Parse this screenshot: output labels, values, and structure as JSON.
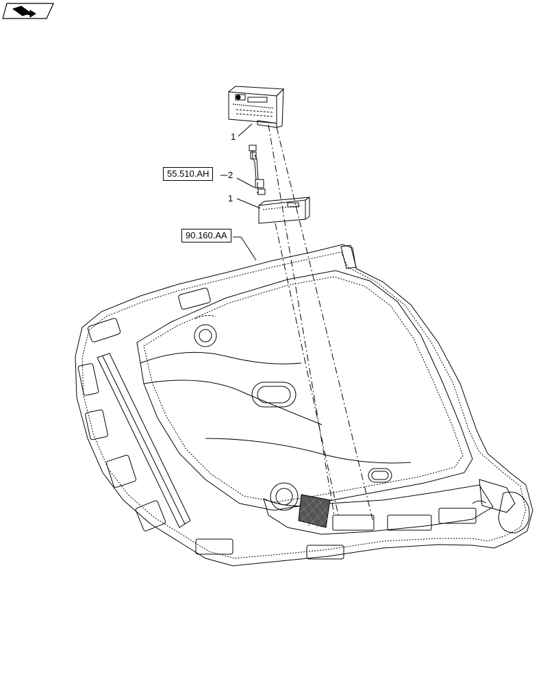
{
  "nav": {
    "icon": "book-page-icon"
  },
  "references": [
    {
      "label": "55.510.AH"
    },
    {
      "label": "90.160.AA"
    }
  ],
  "callouts": [
    "1",
    "2",
    "1"
  ]
}
